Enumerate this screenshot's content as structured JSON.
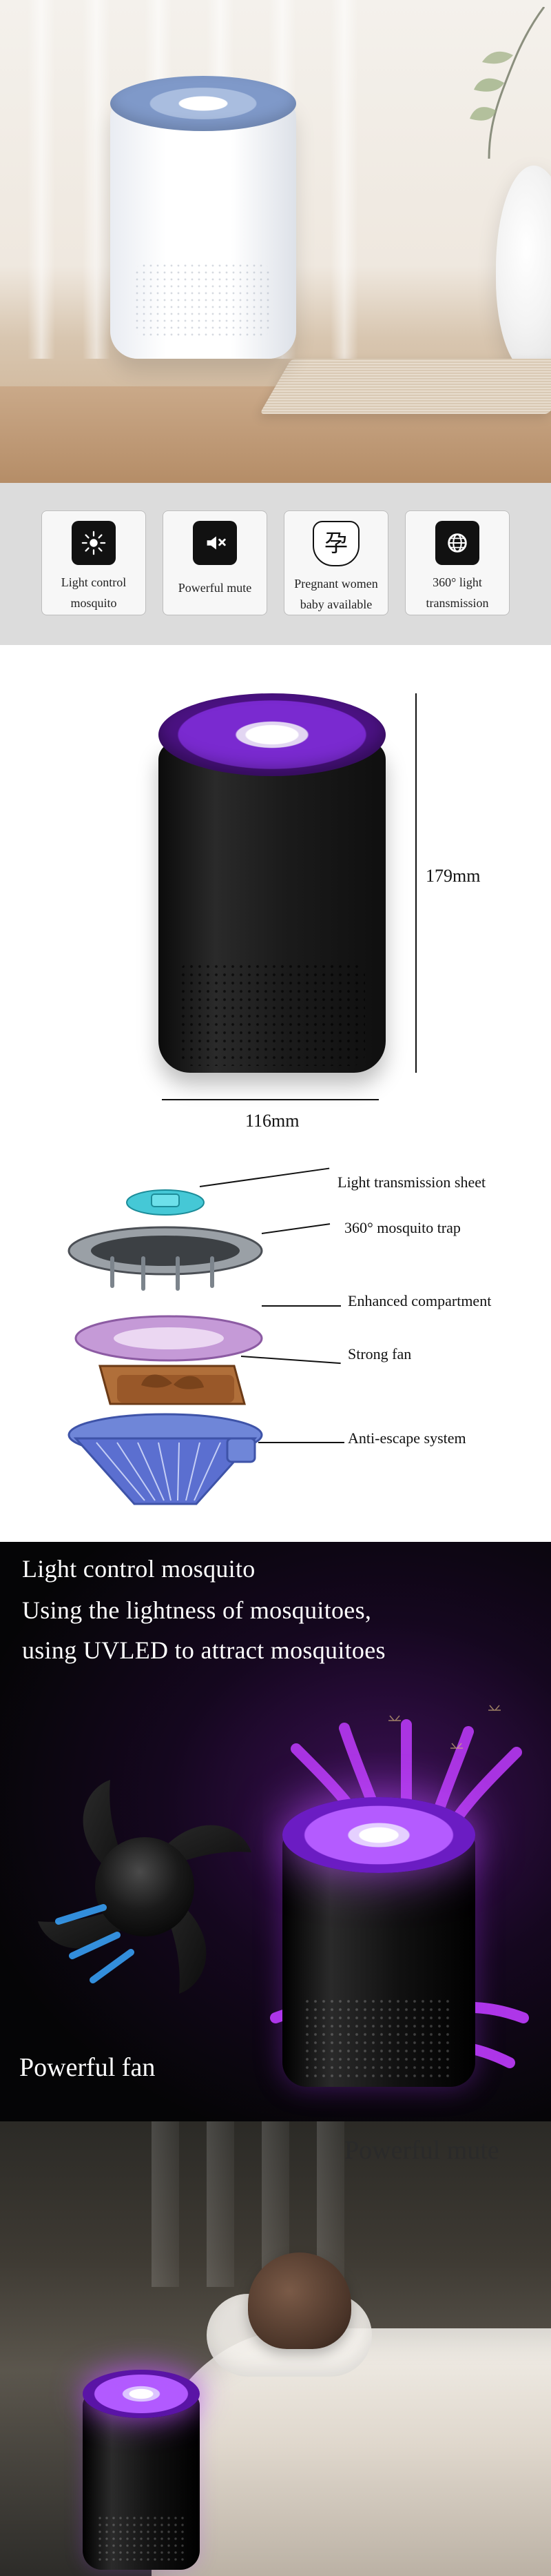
{
  "features": {
    "items": [
      {
        "label_line1": "Light control",
        "label_line2": "mosquito",
        "icon": "sun-icon"
      },
      {
        "label_line1": "Powerful mute",
        "label_line2": "",
        "icon": "speaker-muted-icon"
      },
      {
        "label_line1": "Pregnant women",
        "label_line2": "baby available",
        "icon": "pregnant-symbol-icon"
      },
      {
        "label_line1": "360° light",
        "label_line2": "transmission",
        "icon": "globe-icon"
      }
    ],
    "pregnant_glyph": "孕"
  },
  "dimensions": {
    "height_label": "179mm",
    "width_label": "116mm"
  },
  "exploded": {
    "labels": [
      "Light transmission sheet",
      "360° mosquito trap",
      "Enhanced compartment",
      "Strong fan",
      "Anti-escape system"
    ]
  },
  "light_control": {
    "title": "Light control mosquito",
    "line1": "Using the lightness of mosquitoes,",
    "line2": "using UVLED to attract mosquitoes",
    "fan_label": "Powerful fan"
  },
  "mute": {
    "title": "Powerful mute"
  }
}
